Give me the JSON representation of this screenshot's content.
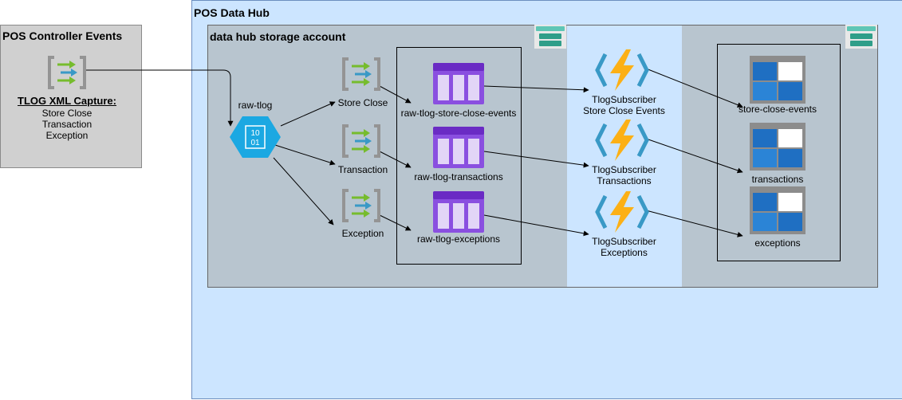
{
  "controller": {
    "title": "POS Controller Events",
    "capture_title": "TLOG XML Capture:",
    "capture_items": [
      "Store Close",
      "Transaction",
      "Exception"
    ]
  },
  "hub": {
    "title": "POS Data Hub",
    "storage_title": "data hub storage account"
  },
  "event_hub": {
    "label": "raw-tlog",
    "icon_text": "10\n01"
  },
  "routes": [
    {
      "label": "Store Close"
    },
    {
      "label": "Transaction"
    },
    {
      "label": "Exception"
    }
  ],
  "queues": [
    {
      "label": "raw-tlog-store-close-events"
    },
    {
      "label": "raw-tlog-transactions"
    },
    {
      "label": "raw-tlog-exceptions"
    }
  ],
  "functions": [
    {
      "line1": "TlogSubscriber",
      "line2": "Store Close Events"
    },
    {
      "line1": "TlogSubscriber",
      "line2": "Transactions"
    },
    {
      "line1": "TlogSubscriber",
      "line2": "Exceptions"
    }
  ],
  "tables": [
    {
      "label": "store-close-events"
    },
    {
      "label": "transactions"
    },
    {
      "label": "exceptions"
    }
  ],
  "colors": {
    "controller_bg": "#d0d0d0",
    "hub_bg": "#cce5ff",
    "storage_bg": "#b8c5cf",
    "event_hub": "#1ba8e2",
    "queue": "#8a4fe0",
    "function": "#fcb015",
    "table": "#1f6fc2"
  }
}
